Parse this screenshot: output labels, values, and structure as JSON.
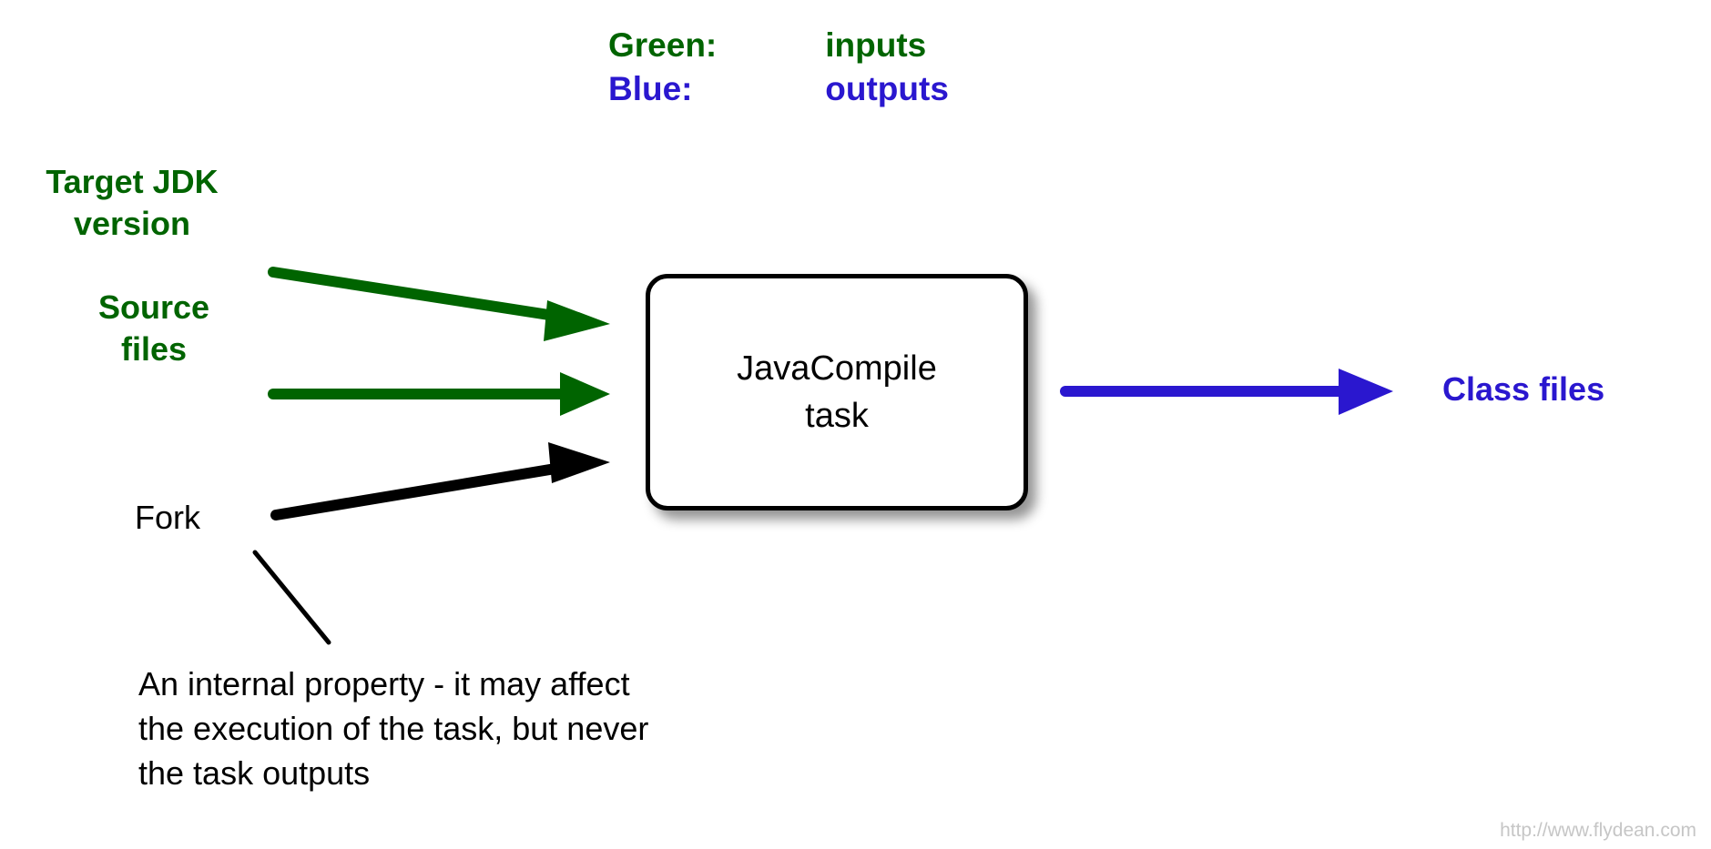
{
  "legend": {
    "rows": [
      {
        "key": "Green:",
        "value": "inputs",
        "color": "#006400"
      },
      {
        "key": "Blue:",
        "value": "outputs",
        "color": "#2a17cf"
      }
    ]
  },
  "inputs": [
    {
      "label": "Target JDK\nversion",
      "color": "#006400",
      "arrow": "green-sloped-down-arrow"
    },
    {
      "label": "Source\nfiles",
      "color": "#006400",
      "arrow": "green-horizontal-arrow"
    },
    {
      "label": "Fork",
      "color": "#000000",
      "arrow": "black-sloped-up-arrow"
    }
  ],
  "task": {
    "label": "JavaCompile\ntask"
  },
  "outputs": [
    {
      "label": "Class files",
      "color": "#2a17cf",
      "arrow": "blue-horizontal-arrow"
    }
  ],
  "annotation": {
    "text": "An internal property - it may affect\nthe execution of the task, but never\nthe task outputs"
  },
  "footer": {
    "watermark": "http://www.flydean.com"
  },
  "colors": {
    "input_green": "#006400",
    "output_blue": "#2a17cf",
    "neutral_black": "#000000",
    "watermark_gray": "#c6c6c6",
    "background": "#ffffff"
  },
  "chart_data": {
    "type": "diagram",
    "title": "JavaCompile task inputs and outputs",
    "nodes": [
      {
        "id": "target-jdk-version",
        "label": "Target JDK version",
        "role": "input",
        "color": "#006400"
      },
      {
        "id": "source-files",
        "label": "Source files",
        "role": "input",
        "color": "#006400"
      },
      {
        "id": "fork",
        "label": "Fork",
        "role": "internal-property",
        "color": "#000000"
      },
      {
        "id": "javacompile-task",
        "label": "JavaCompile task",
        "role": "task",
        "color": "#000000"
      },
      {
        "id": "class-files",
        "label": "Class files",
        "role": "output",
        "color": "#2a17cf"
      }
    ],
    "edges": [
      {
        "from": "target-jdk-version",
        "to": "javacompile-task",
        "color": "#006400"
      },
      {
        "from": "source-files",
        "to": "javacompile-task",
        "color": "#006400"
      },
      {
        "from": "fork",
        "to": "javacompile-task",
        "color": "#000000"
      },
      {
        "from": "javacompile-task",
        "to": "class-files",
        "color": "#2a17cf"
      }
    ],
    "notes": [
      {
        "attached_to": "fork",
        "text": "An internal property - it may affect the execution of the task, but never the task outputs"
      }
    ]
  }
}
